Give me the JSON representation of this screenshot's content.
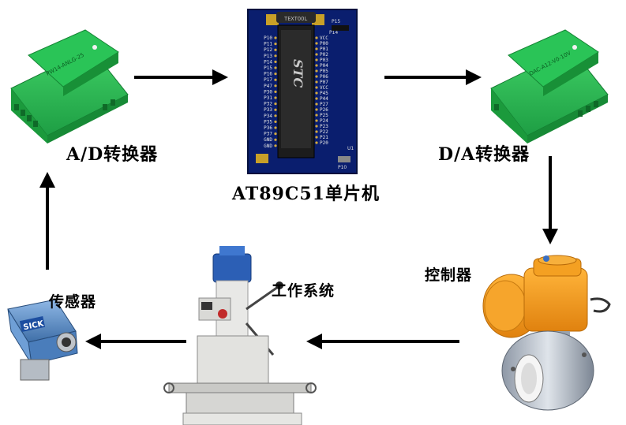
{
  "nodes": {
    "ad_converter": {
      "label": "A/D转换器"
    },
    "mcu": {
      "label": "AT89C51单片机",
      "chip_brand": "STC",
      "chip_silk": "TEXTOOL"
    },
    "da_converter": {
      "label": "D/A转换器"
    },
    "controller": {
      "label": "控制器"
    },
    "work_system": {
      "label": "工作系统"
    },
    "sensor": {
      "label": "传感器",
      "brand": "SICK"
    }
  },
  "mcu_pins_left": [
    "P10",
    "P11",
    "P12",
    "P13",
    "P14",
    "P15",
    "P16",
    "P17",
    "P47",
    "P30",
    "P31",
    "P32",
    "P33",
    "P34",
    "P35",
    "P36",
    "P37",
    "GND",
    "GND"
  ],
  "mcu_pins_right": [
    "VCC",
    "P00",
    "P01",
    "P02",
    "P03",
    "P04",
    "P05",
    "P06",
    "P07",
    "VCC",
    "P45",
    "P44",
    "P27",
    "P26",
    "P25",
    "P24",
    "P23",
    "P22",
    "P21",
    "P20"
  ],
  "mcu_header_labels": {
    "top": "P15",
    "top2": "P14",
    "bottom": "P10",
    "corner": "U1"
  },
  "colors": {
    "module_green": "#22b14c",
    "board_blue": "#0a1e6e",
    "valve_orange": "#f39a1e",
    "sensor_blue": "#5b8fc9",
    "arrow": "#000000"
  },
  "flow": [
    "ad_converter",
    "mcu",
    "da_converter",
    "controller",
    "work_system",
    "sensor",
    "ad_converter"
  ]
}
